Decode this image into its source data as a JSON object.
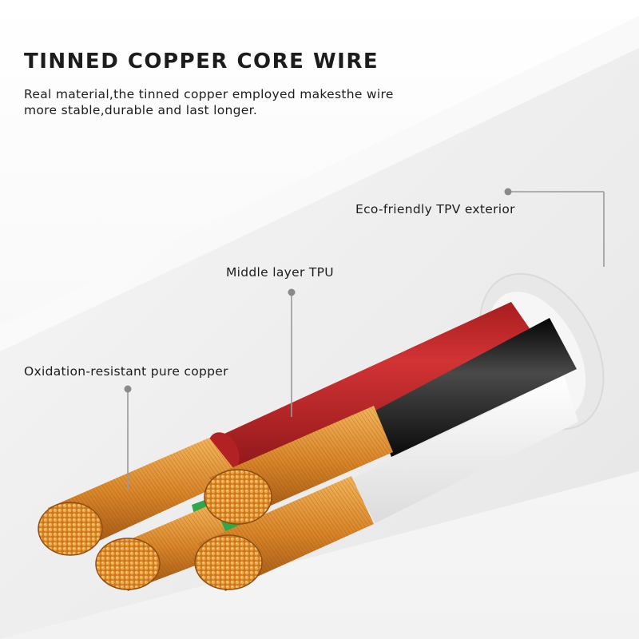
{
  "header": {
    "title": "TINNED COPPER CORE WIRE",
    "description_lines": [
      "Real material,the tinned copper employed makesthe wire",
      "more stable,durable and last longer."
    ]
  },
  "callouts": {
    "exterior": "Eco-friendly TPV exterior",
    "middle_layer": "Middle layer TPU",
    "core": "Oxidation-resistant pure copper"
  },
  "colors": {
    "background": "#ffffff",
    "text": "#1c1c1c",
    "jacket": "#f3f3f3",
    "red_insulation": "#c82526",
    "black_insulation": "#1a1a1a",
    "green_insulation": "#2fa84a",
    "copper": "#d9892c",
    "leader_line": "#9a9a9a"
  }
}
